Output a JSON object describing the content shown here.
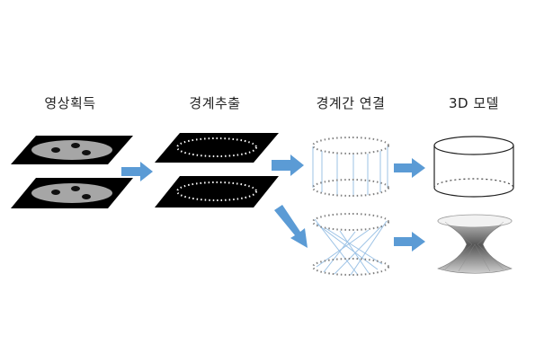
{
  "stages": [
    {
      "label": "영상획득"
    },
    {
      "label": "경계추출"
    },
    {
      "label": "경계간 연결"
    },
    {
      "label": "3D 모델"
    }
  ],
  "colors": {
    "arrow": "#5b9bd5",
    "plate": "#000000",
    "ellipse_fill": "#a6a6a6",
    "hole": "#111111",
    "dot_line": "#7f7f7f",
    "connector": "#9dc3e6"
  }
}
